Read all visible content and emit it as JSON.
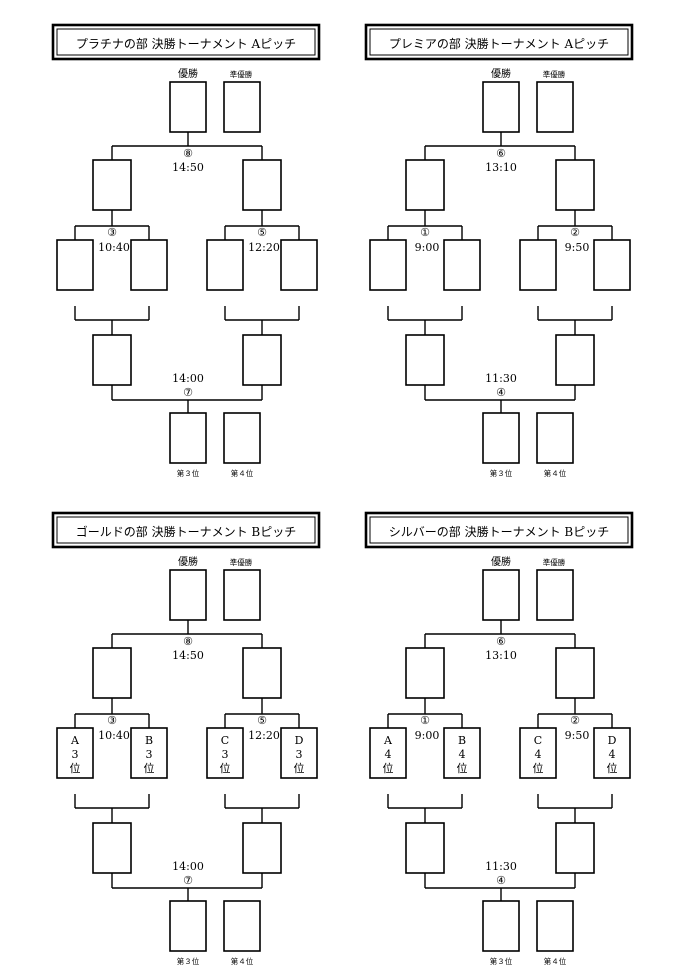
{
  "brackets": [
    {
      "title": "プラチナの部 決勝トーナメント Aピッチ",
      "champion_label": "優勝",
      "runner_up_label": "準優勝",
      "third_label": "第３位",
      "fourth_label": "第４位",
      "final": {
        "num": "⑧",
        "time": "14:50"
      },
      "semi_left": {
        "num": "③",
        "time": "10:40"
      },
      "semi_right": {
        "num": "⑤",
        "time": "12:20"
      },
      "third_place": {
        "num": "⑦",
        "time": "14:00"
      },
      "seeds": [
        "",
        "",
        "",
        ""
      ]
    },
    {
      "title": "プレミアの部 決勝トーナメント Aピッチ",
      "champion_label": "優勝",
      "runner_up_label": "準優勝",
      "third_label": "第３位",
      "fourth_label": "第４位",
      "final": {
        "num": "⑥",
        "time": "13:10"
      },
      "semi_left": {
        "num": "①",
        "time": "9:00"
      },
      "semi_right": {
        "num": "②",
        "time": "9:50"
      },
      "third_place": {
        "num": "④",
        "time": "11:30"
      },
      "seeds": [
        "",
        "",
        "",
        ""
      ]
    },
    {
      "title": "ゴールドの部 決勝トーナメント Bピッチ",
      "champion_label": "優勝",
      "runner_up_label": "準優勝",
      "third_label": "第３位",
      "fourth_label": "第４位",
      "final": {
        "num": "⑧",
        "time": "14:50"
      },
      "semi_left": {
        "num": "③",
        "time": "10:40"
      },
      "semi_right": {
        "num": "⑤",
        "time": "12:20"
      },
      "third_place": {
        "num": "⑦",
        "time": "14:00"
      },
      "seeds": [
        "A\n3\n位",
        "B\n3\n位",
        "C\n3\n位",
        "D\n3\n位"
      ]
    },
    {
      "title": "シルバーの部 決勝トーナメント Bピッチ",
      "champion_label": "優勝",
      "runner_up_label": "準優勝",
      "third_label": "第３位",
      "fourth_label": "第４位",
      "final": {
        "num": "⑥",
        "time": "13:10"
      },
      "semi_left": {
        "num": "①",
        "time": "9:00"
      },
      "semi_right": {
        "num": "②",
        "time": "9:50"
      },
      "third_place": {
        "num": "④",
        "time": "11:30"
      },
      "seeds": [
        "A\n4\n位",
        "B\n4\n位",
        "C\n4\n位",
        "D\n4\n位"
      ]
    }
  ]
}
